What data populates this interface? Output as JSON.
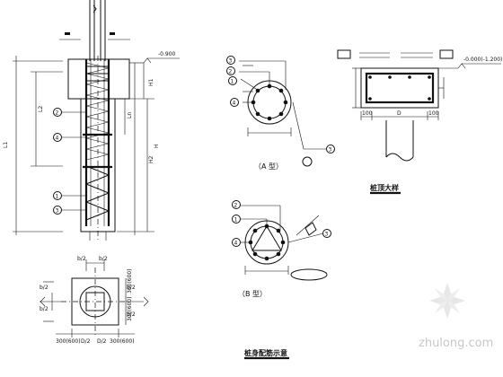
{
  "pile": {
    "elev": "-0.900",
    "dims_left": [
      "L1",
      "L2"
    ],
    "dims_right": [
      "H",
      "H2",
      "H1",
      "Ln"
    ],
    "markers": [
      "2",
      "4",
      "1",
      "3"
    ]
  },
  "plan": {
    "dim_top": [
      "b/2",
      "b/2"
    ],
    "dim_side": [
      "b/2",
      "b/2",
      "b/2",
      "b/2"
    ],
    "dim_bottom": [
      "300(600)",
      "D/2",
      "D/2",
      "300(600)"
    ],
    "dim_right_top": "300(600)",
    "dim_right_bot": "300(600)"
  },
  "sectionA": {
    "markers": [
      "3",
      "2",
      "1",
      "4",
      "3"
    ],
    "label": "（A 型）"
  },
  "sectionB": {
    "markers": [
      "2",
      "1",
      "4",
      "3"
    ],
    "label": "（B 型）"
  },
  "section_title": "桩身配筋示意",
  "cap_detail": {
    "elev": "-0.000(-1.200)",
    "dim_bottom": [
      "100",
      "D",
      "100"
    ],
    "title": "桩顶大样"
  },
  "watermark": "zhulong.com"
}
